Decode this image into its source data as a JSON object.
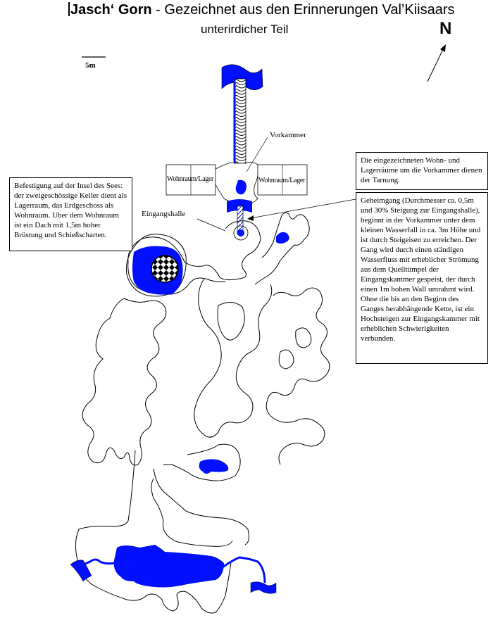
{
  "title": {
    "bold_part": "Jasch‘ Gorn",
    "rest": " - Gezeichnet aus den Erinnerungen Val’Kiisaars",
    "subtitle": "unterirdicher Teil"
  },
  "compass": {
    "label": "N",
    "icon": "north-arrow-icon"
  },
  "scale": {
    "label": "5m"
  },
  "labels": {
    "vorkammer": "Vorkammer",
    "eingangshalle": "Eingangshalle",
    "room_left": "Wohnraum/Lager",
    "room_right": "Wohnraum/Lager"
  },
  "notes": {
    "island": "Befestigung auf der Insel des Sees: der zweigeschössige Keller dient als Lagerraum, das Erdgeschoss als Wohnraum. Uber dem Wohnraum ist ein Dach mit 1,5m hoher Brüstung und Schießscharten.",
    "camouflage": "Die eingezeichneten Wohn- und Lagerräume um die Vorkammer dienen der Tarnung.",
    "secret_passage": "Geheimgang (Durchmesser ca. 0,5m und 30% Steigung zur Eingangshalle), beginnt in der Vorkammer unter dem kleinen Wasserfall in ca. 3m Höhe und ist durch Steigeisen zu erreichen. Der Gang wird durch einen ständigen Wasserfluss mit erheblicher Strömung aus dem Quelltümpel der Eingangskammer gespeist, der durch einen 1m hohen Wall umrahmt wird. Ohne die bis an den Beginn des Ganges herabhängende Kette, ist ein Hochsteigen zur Eingangskammer mit erheblichen Schwierigkeiten verbunden."
  },
  "colors": {
    "water": "#0010ff",
    "line": "#000000",
    "background": "#ffffff"
  }
}
